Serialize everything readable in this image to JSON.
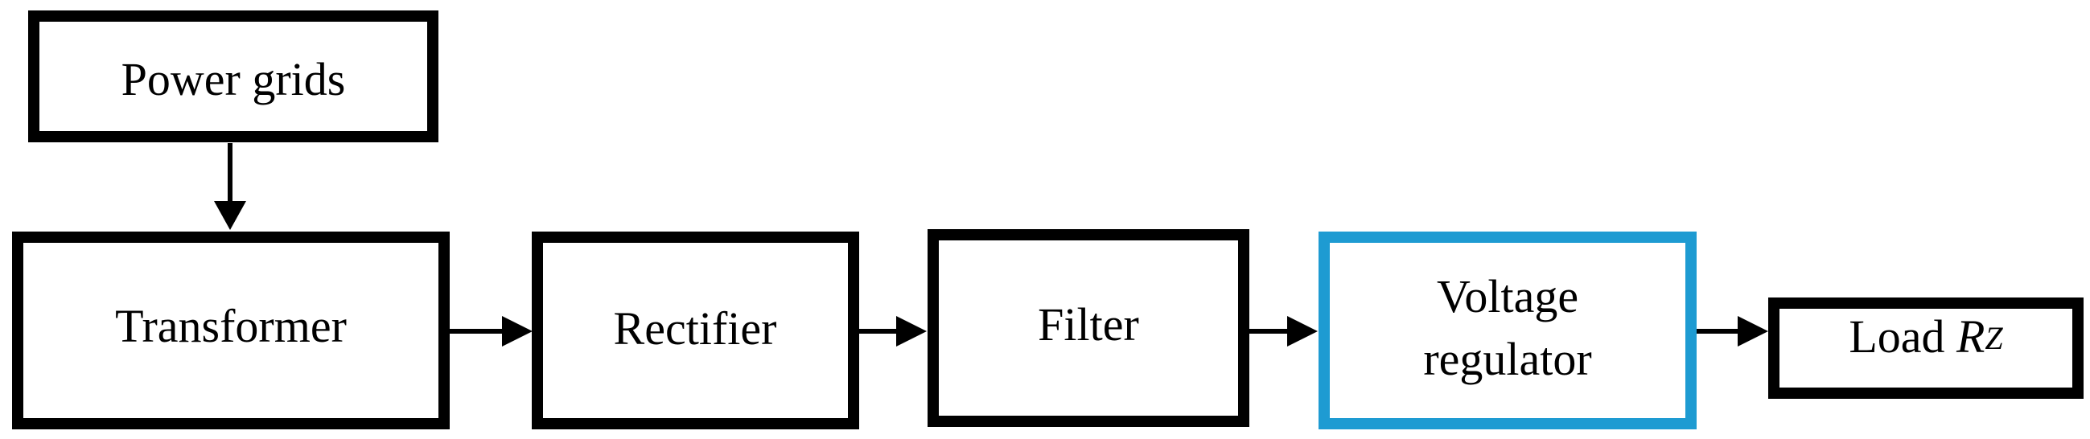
{
  "blocks": {
    "power_grids": {
      "label": "Power grids"
    },
    "transformer": {
      "label": "Transformer"
    },
    "rectifier": {
      "label": "Rectifier"
    },
    "filter": {
      "label": "Filter"
    },
    "voltage_regulator": {
      "line1": "Voltage",
      "line2": "regulator"
    },
    "load": {
      "label": "Load ",
      "symbol": "R",
      "subscript": "Z"
    }
  },
  "colors": {
    "box_border": "#000000",
    "highlight_border": "#1e9bd2",
    "arrow": "#000000"
  }
}
